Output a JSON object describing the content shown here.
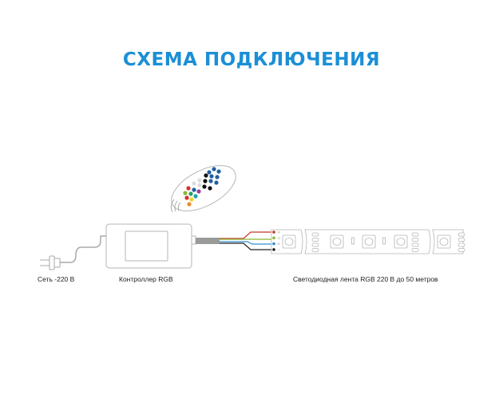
{
  "title": "СХЕМА ПОДКЛЮЧЕНИЯ",
  "labels": {
    "power": "Сеть -220 В",
    "controller": "Контроллер RGB",
    "strip": "Светодиодная лента RGB 220 В до 50 метров"
  },
  "strip_pins": [
    "R",
    "G",
    "B",
    "+"
  ],
  "colors": {
    "title": "#1b8fd6",
    "outline": "#b5b5b5",
    "wire_red": "#c0392b",
    "wire_green": "#8cb832",
    "wire_blue": "#2a8fd0",
    "wire_black": "#222222",
    "cable": "#9a9a9a"
  },
  "remote_buttons": [
    "#1f5fa0",
    "#1f5fa0",
    "#1f5fa0",
    "#111",
    "#1f5fa0",
    "#1f5fa0",
    "#ddd",
    "#111",
    "#1f5fa0",
    "#1f5fa0",
    "#ddd",
    "#ddd",
    "#111",
    "#111",
    "#d9302c",
    "#1f5fa0",
    "#9b3d9b",
    "#8cb832",
    "#2a9d5c",
    "#1ba6a6",
    "#d9302c",
    "#f2d22a",
    "#ee8a2a"
  ]
}
